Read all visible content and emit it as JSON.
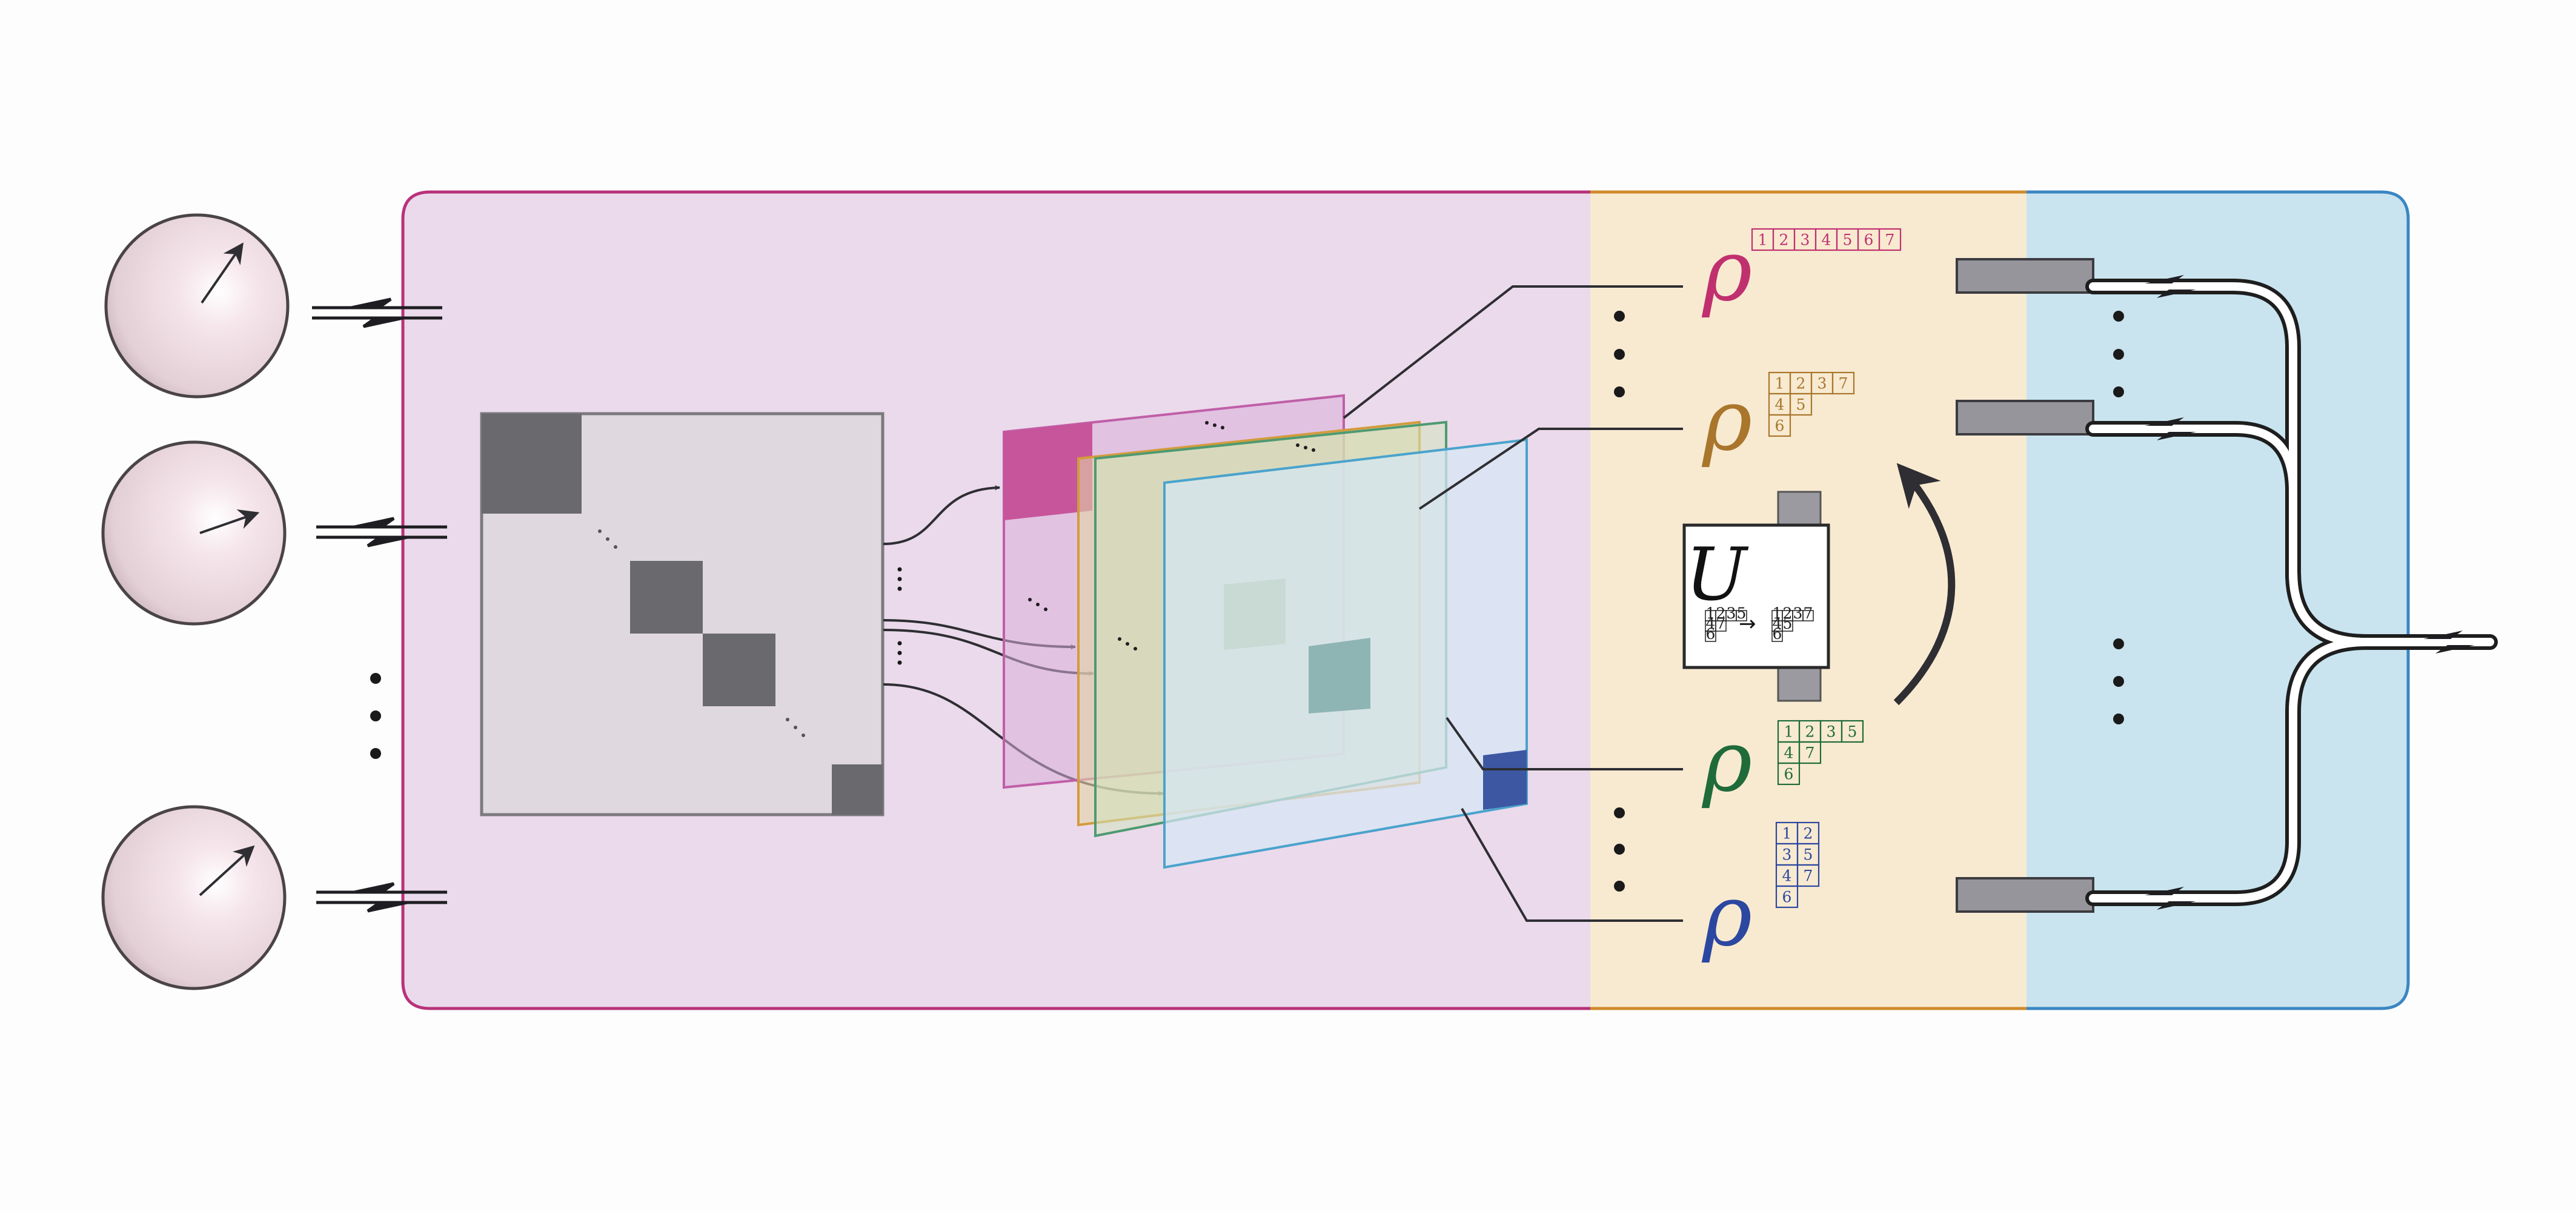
{
  "colors": {
    "magenta": "#c0306f",
    "gold": "#a9762c",
    "green": "#1f6b3a",
    "blue": "#2b47a0",
    "panel_pink": "#ebdaeb",
    "panel_peach": "#f8ead1",
    "panel_cyan": "#c9e4ef",
    "block_gray": "#6a6a6e"
  },
  "labels": {
    "rho": "ρ",
    "unitary": "U",
    "arrow_glyph": "→"
  },
  "tableaux": {
    "magenta": [
      [
        "1",
        "2",
        "3",
        "4",
        "5",
        "6",
        "7"
      ]
    ],
    "gold": [
      [
        "1",
        "2",
        "3",
        "7"
      ],
      [
        "4",
        "5"
      ],
      [
        "6"
      ]
    ],
    "green": [
      [
        "1",
        "2",
        "3",
        "5"
      ],
      [
        "4",
        "7"
      ],
      [
        "6"
      ]
    ],
    "blue": [
      [
        "1",
        "2"
      ],
      [
        "3",
        "5"
      ],
      [
        "4",
        "7"
      ],
      [
        "6"
      ]
    ],
    "gate_before": [
      [
        "1",
        "2",
        "3",
        "5"
      ],
      [
        "4",
        "7"
      ],
      [
        "6"
      ]
    ],
    "gate_after": [
      [
        "1",
        "2",
        "3",
        "7"
      ],
      [
        "4",
        "5"
      ],
      [
        "6"
      ]
    ]
  }
}
